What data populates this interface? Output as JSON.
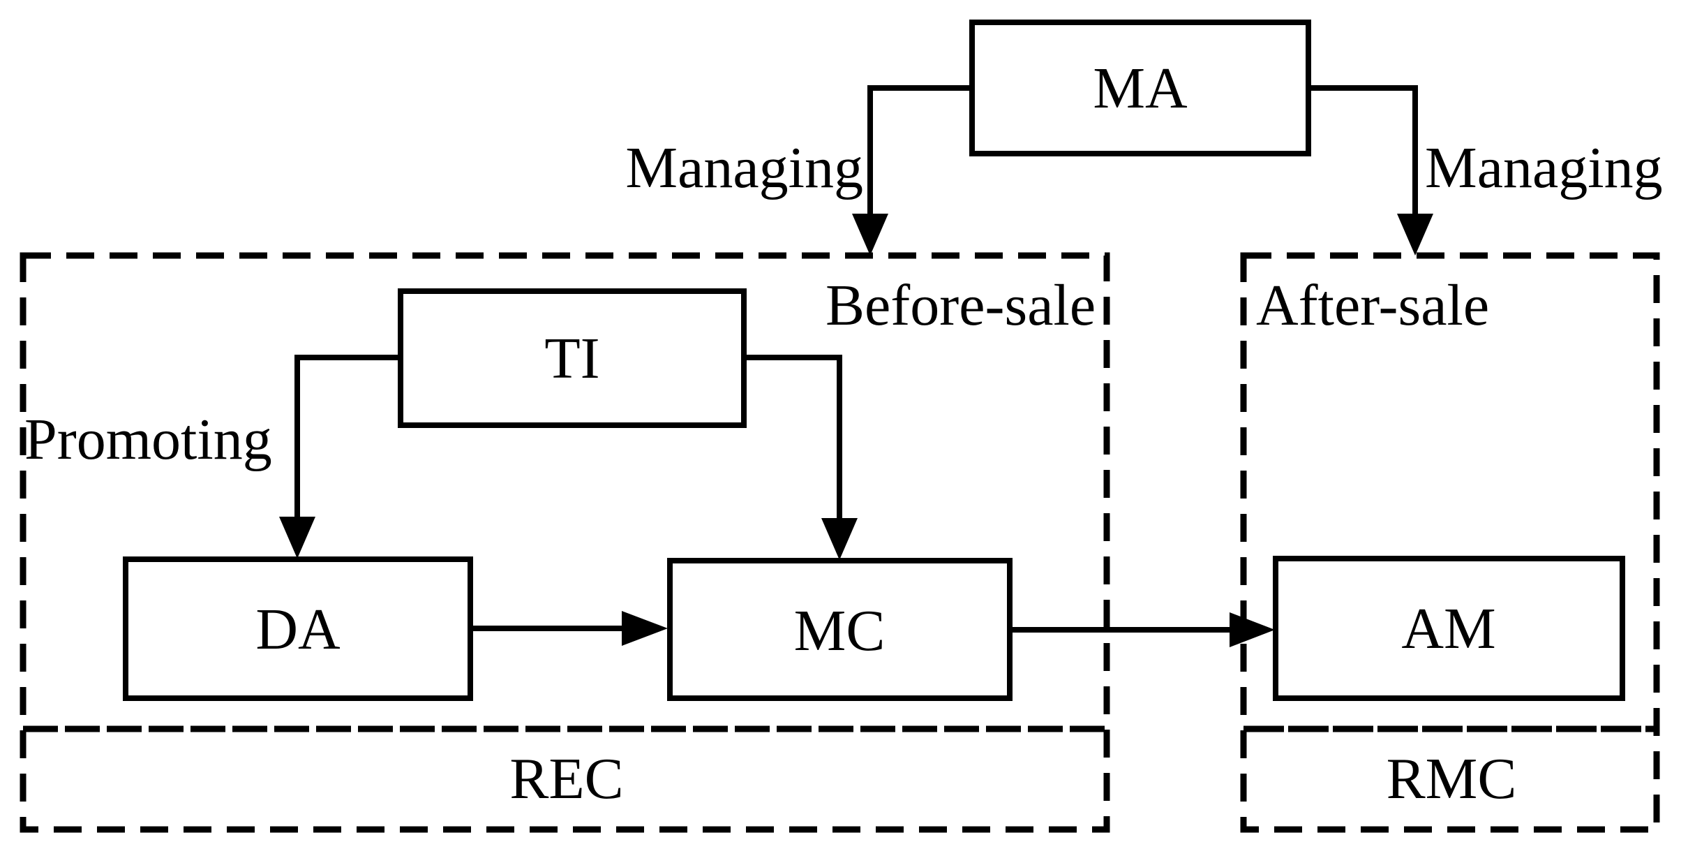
{
  "diagram": {
    "colors": {
      "line": "#000000",
      "accent": "#ff0000",
      "background": "#ffffff"
    },
    "nodes": {
      "ma": {
        "label": "MA"
      },
      "ti": {
        "label": "TI"
      },
      "da": {
        "label": "DA"
      },
      "mc": {
        "label": "MC"
      },
      "am": {
        "label": "AM"
      }
    },
    "edge_labels": {
      "managing_left": "Managing",
      "managing_right": "Managing",
      "promoting": "Promoting"
    },
    "regions": {
      "before_sale": {
        "label": "Before-sale",
        "footer": "REC"
      },
      "after_sale": {
        "label": "After-sale",
        "footer": "RMC"
      }
    }
  }
}
